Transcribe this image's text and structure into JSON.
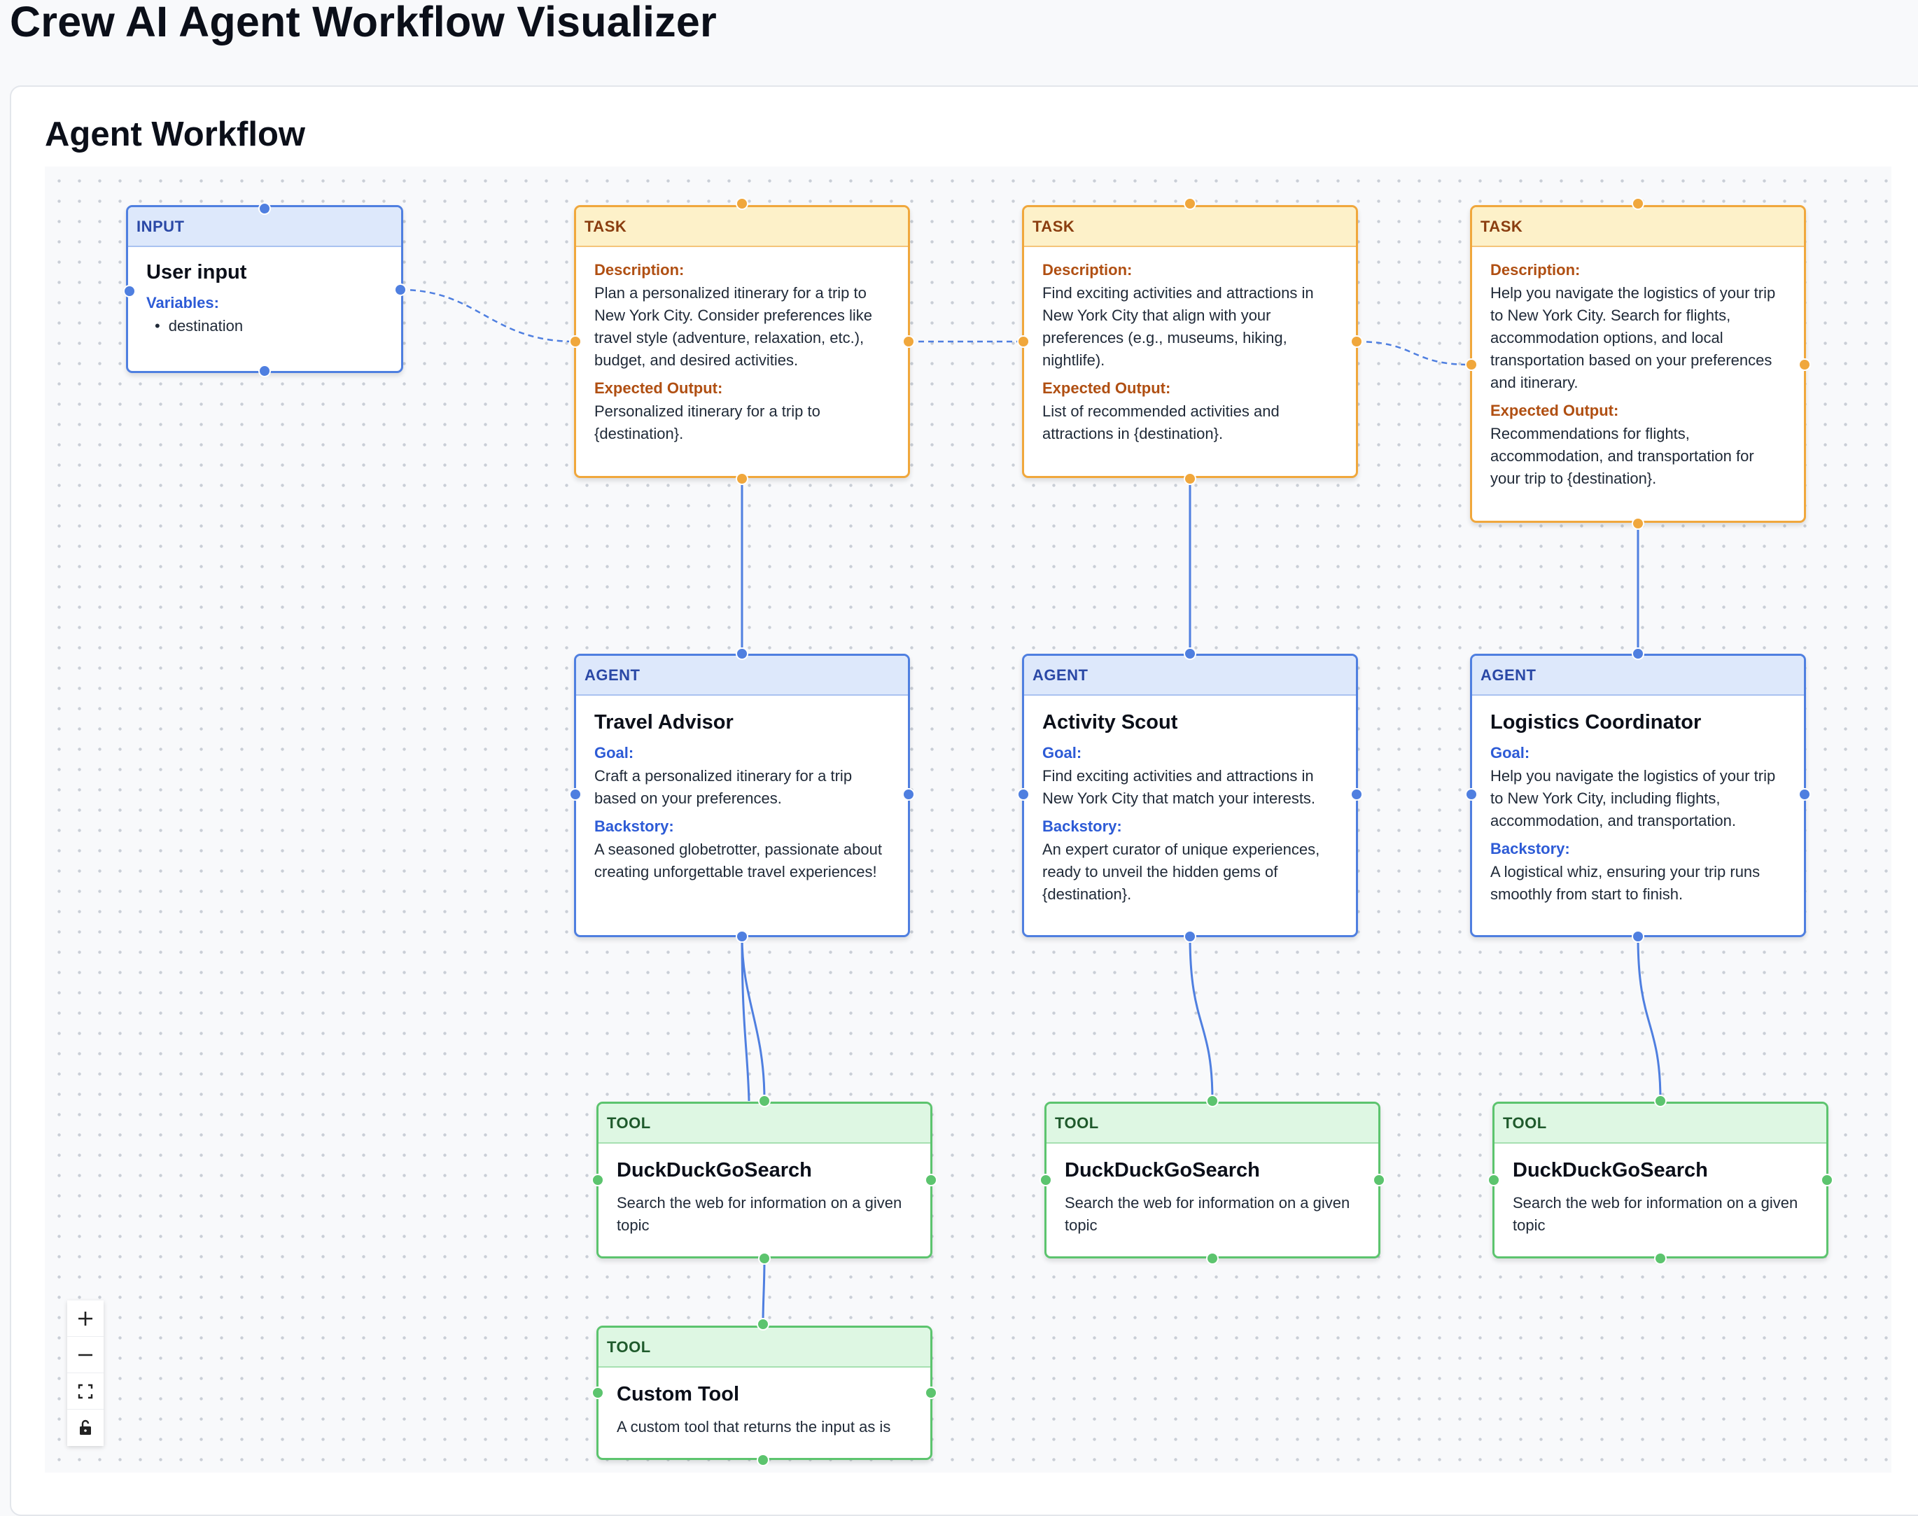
{
  "page": {
    "title": "Crew AI Agent Workflow Visualizer"
  },
  "section": {
    "title": "Agent Workflow"
  },
  "nodes": {
    "input": {
      "type": "INPUT",
      "title": "User input",
      "variables_label": "Variables:",
      "variables": [
        "destination"
      ]
    },
    "task1": {
      "type": "TASK",
      "description_label": "Description:",
      "description": "Plan a personalized itinerary for a trip to New York City. Consider preferences like travel style (adventure, relaxation, etc.), budget, and desired activities.",
      "output_label": "Expected Output:",
      "output": "Personalized itinerary for a trip to {destination}."
    },
    "task2": {
      "type": "TASK",
      "description_label": "Description:",
      "description": "Find exciting activities and attractions in New York City that align with your preferences (e.g., museums, hiking, nightlife).",
      "output_label": "Expected Output:",
      "output": "List of recommended activities and attractions in {destination}."
    },
    "task3": {
      "type": "TASK",
      "description_label": "Description:",
      "description": "Help you navigate the logistics of your trip to New York City. Search for flights, accommodation options, and local transportation based on your preferences and itinerary.",
      "output_label": "Expected Output:",
      "output": "Recommendations for flights, accommodation, and transportation for your trip to {destination}."
    },
    "agent1": {
      "type": "AGENT",
      "title": "Travel Advisor",
      "goal_label": "Goal:",
      "goal": "Craft a personalized itinerary for a trip based on your preferences.",
      "backstory_label": "Backstory:",
      "backstory": "A seasoned globetrotter, passionate about creating unforgettable travel experiences!"
    },
    "agent2": {
      "type": "AGENT",
      "title": "Activity Scout",
      "goal_label": "Goal:",
      "goal": "Find exciting activities and attractions in New York City that match your interests.",
      "backstory_label": "Backstory:",
      "backstory": "An expert curator of unique experiences, ready to unveil the hidden gems of {destination}."
    },
    "agent3": {
      "type": "AGENT",
      "title": "Logistics Coordinator",
      "goal_label": "Goal:",
      "goal": "Help you navigate the logistics of your trip to New York City, including flights, accommodation, and transportation.",
      "backstory_label": "Backstory:",
      "backstory": "A logistical whiz, ensuring your trip runs smoothly from start to finish."
    },
    "tool1": {
      "type": "TOOL",
      "title": "DuckDuckGoSearch",
      "description": "Search the web for information on a given topic"
    },
    "tool2": {
      "type": "TOOL",
      "title": "DuckDuckGoSearch",
      "description": "Search the web for information on a given topic"
    },
    "tool3": {
      "type": "TOOL",
      "title": "DuckDuckGoSearch",
      "description": "Search the web for information on a given topic"
    },
    "tool4": {
      "type": "TOOL",
      "title": "Custom Tool",
      "description": "A custom tool that returns the input as is"
    }
  },
  "controls": {
    "zoom_in": "zoom-in-icon",
    "zoom_out": "zoom-out-icon",
    "fit_view": "fit-view-icon",
    "lock": "lock-icon"
  },
  "colors": {
    "input_agent_accent": "#4f7fe0",
    "task_accent": "#f0a73c",
    "tool_accent": "#5cc46e",
    "edge": "#4f7fe0"
  }
}
